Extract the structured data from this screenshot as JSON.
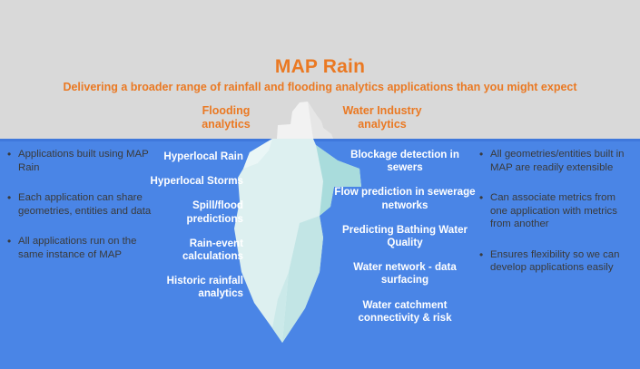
{
  "header": {
    "title": "MAP Rain",
    "subtitle": "Delivering a broader range of rainfall and flooding analytics applications than you might expect",
    "title_color": "#ea7923",
    "background_color": "#d9d9d9"
  },
  "columns": {
    "left_header": "Flooding\nanalytics",
    "left_header_line1": "Flooding",
    "left_header_line2": "analytics",
    "right_header_line1": "Water Industry",
    "right_header_line2": "analytics"
  },
  "left_panel": {
    "bullet_glyph": "•",
    "items": [
      "Applications built using MAP Rain",
      "Each application can share geometries, entities and data",
      "All applications run on the same instance of MAP"
    ]
  },
  "right_panel": {
    "bullet_glyph": "•",
    "items": [
      "All geometries/entities built in MAP are readily extensible",
      "Can associate metrics from one application with metrics from another",
      "Ensures flexibility so we can develop applications easily"
    ]
  },
  "flooding_analytics": {
    "items": [
      "Hyperlocal Rain",
      "Hyperlocal Storms",
      "Spill/flood predictions",
      "Rain-event calculations",
      "Historic rainfall analytics"
    ]
  },
  "water_industry_analytics": {
    "items": [
      "Blockage detection in sewers",
      "Flow prediction in sewerage networks",
      "Predicting Bathing Water Quality",
      "Water network - data surfacing",
      "Water catchment connectivity & risk"
    ]
  },
  "colors": {
    "accent_orange": "#ea7923",
    "water_blue": "#4a85e6",
    "waterline_blue": "#3f78dc",
    "sky_gray": "#d9d9d9",
    "iceberg_tip": "#f2f2f2",
    "iceberg_body": "#ddf0f0",
    "iceberg_facet_dark": "#a9dcdc",
    "iceberg_facet_mid": "#c4e5e5",
    "bullet_text": "#3a3a3a",
    "feature_text": "#ffffff"
  }
}
